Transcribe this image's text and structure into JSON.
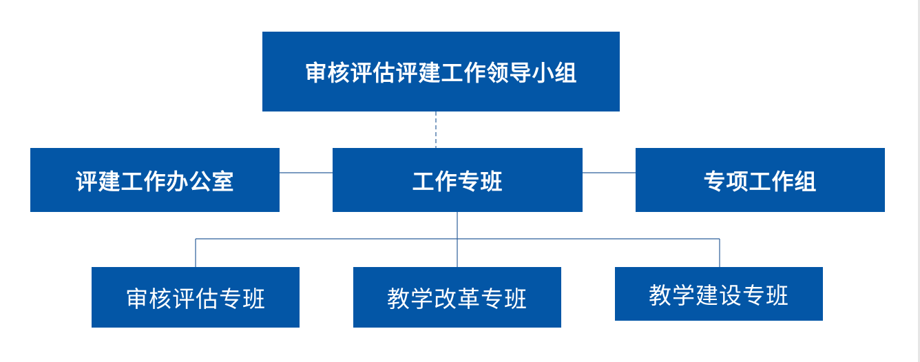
{
  "diagram": {
    "root": {
      "label": "审核评估评建工作领导小组"
    },
    "middle": [
      {
        "label": "评建工作办公室"
      },
      {
        "label": "工作专班"
      },
      {
        "label": "专项工作组"
      }
    ],
    "bottom": [
      {
        "label": "审核评估专班"
      },
      {
        "label": "教学改革专班"
      },
      {
        "label": "教学建设专班"
      }
    ]
  },
  "colors": {
    "box_fill": "#0356a6",
    "box_text": "#ffffff",
    "connector": "#2a5d9a"
  }
}
